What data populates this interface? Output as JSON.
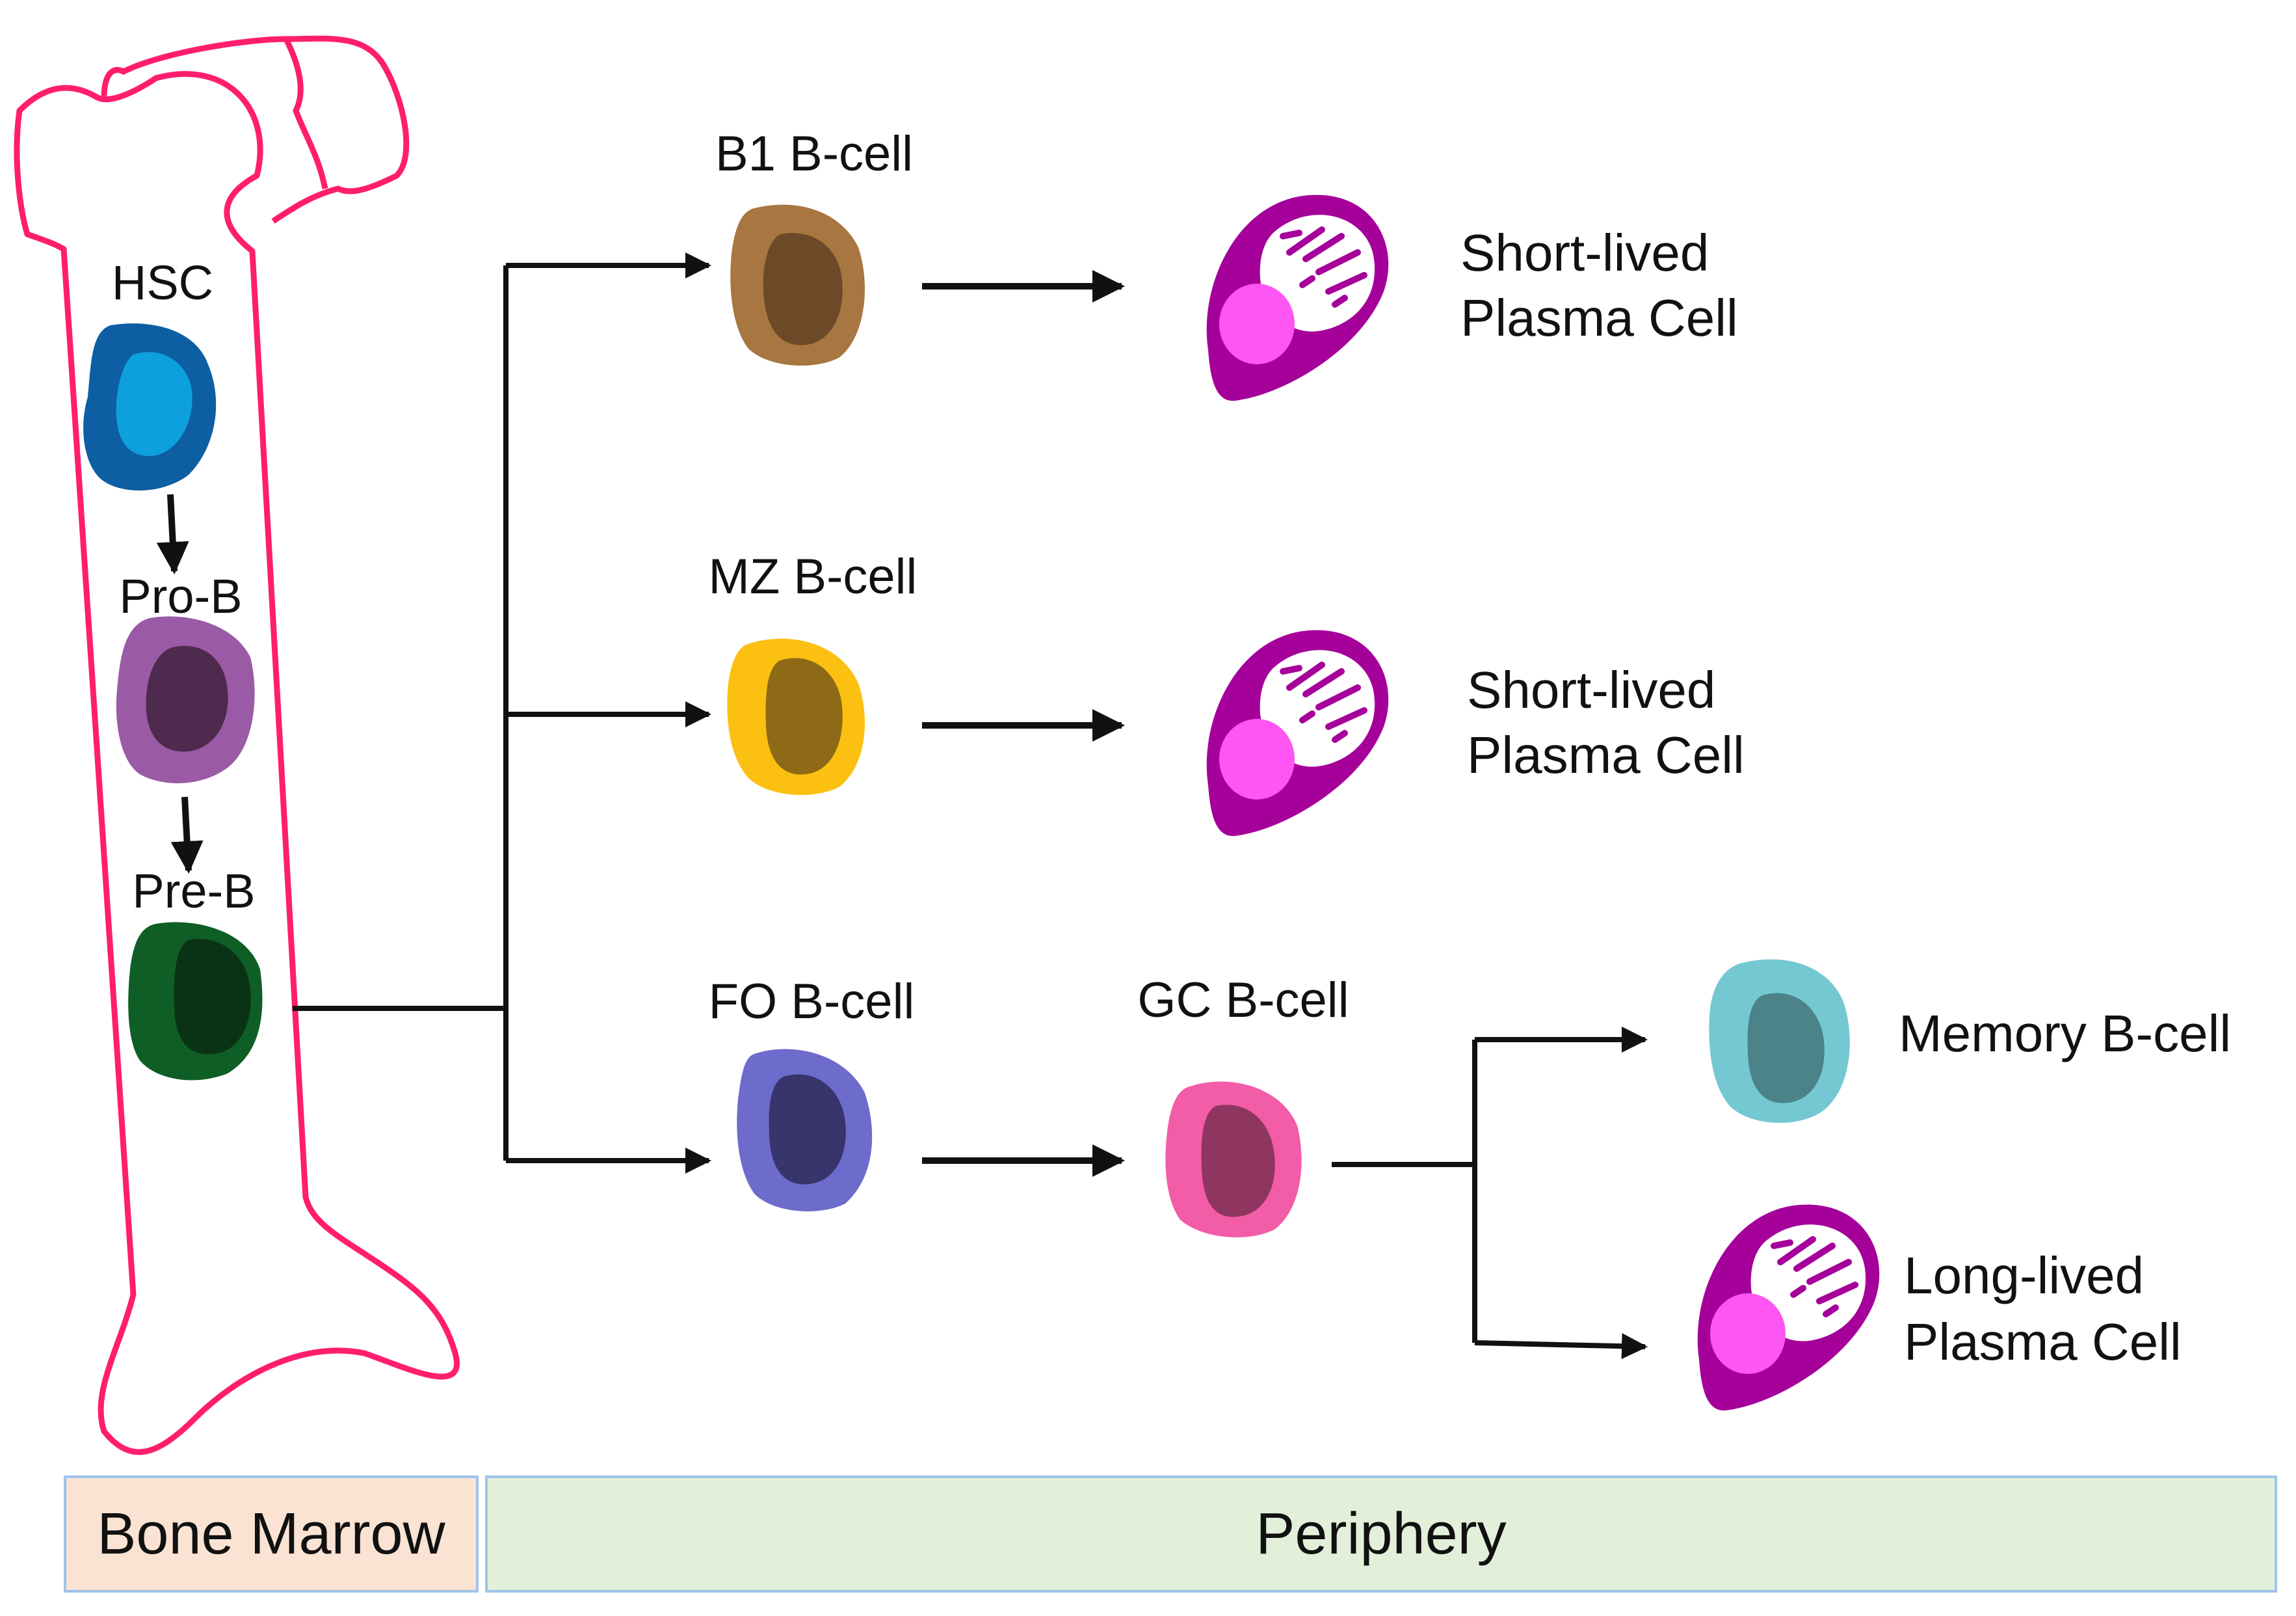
{
  "colors": {
    "bone_outline": "#ff1e6e",
    "arrow": "#111111",
    "region_border": "#9ec4ea",
    "bone_marrow_fill": "#fbe3d3",
    "periphery_fill": "#e2f0d9"
  },
  "bone_marrow": {
    "cells": [
      {
        "label": "HSC",
        "outer": "#0d5ea3",
        "inner": "#0ea0dc"
      },
      {
        "label": "Pro-B",
        "outer": "#9a5aa5",
        "inner": "#4d2a4e"
      },
      {
        "label": "Pre-B",
        "outer": "#0e5e25",
        "inner": "#0a3316"
      }
    ]
  },
  "periphery": {
    "b1": {
      "label": "B1 B-cell",
      "outer": "#a87640",
      "inner": "#6c4a28"
    },
    "mz": {
      "label": "MZ B-cell",
      "outer": "#fbc011",
      "inner": "#8e6a17"
    },
    "fo": {
      "label": "FO B-cell",
      "outer": "#6d6bcb",
      "inner": "#38346c"
    },
    "gc": {
      "label": "GC B-cell",
      "outer": "#f35ca6",
      "inner": "#8f3660"
    },
    "memory": {
      "label": "Memory B-cell",
      "outer": "#74c8d1",
      "inner": "#4b8389"
    },
    "plasma_short_1": {
      "line1": "Short-lived",
      "line2": "Plasma Cell"
    },
    "plasma_short_2": {
      "line1": "Short-lived",
      "line2": "Plasma Cell"
    },
    "plasma_long": {
      "line1": "Long-lived",
      "line2": "Plasma Cell"
    },
    "plasma_colors": {
      "body": "#a5009a",
      "nucleus": "#ff55f2",
      "cytoplasm": "#ffffff",
      "er": "#a5009a"
    }
  },
  "regions": {
    "bone_marrow": "Bone Marrow",
    "periphery": "Periphery"
  }
}
